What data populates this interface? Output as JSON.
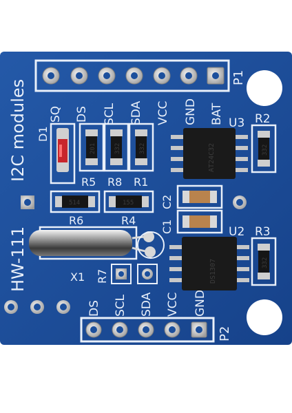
{
  "board": {
    "model": "HW-111",
    "title": "I2C modules",
    "p1": {
      "ref": "P1",
      "pins": [
        "DS",
        "SCL",
        "SDA",
        "VCC",
        "GND",
        "BAT"
      ]
    },
    "p2": {
      "ref": "P2",
      "pins": [
        "DS",
        "SCL",
        "SDA",
        "VCC",
        "GND"
      ]
    },
    "labels": {
      "sq": "SQ",
      "d1": "D1",
      "x1": "X1",
      "r1": "R1",
      "r2": "R2",
      "r3": "R3",
      "r4": "R4",
      "r5": "R5",
      "r6": "R6",
      "r7": "R7",
      "r8": "R8",
      "c1": "C1",
      "c2": "C2",
      "u2": "U2",
      "u3": "U3"
    },
    "markings": {
      "r_201": "201",
      "r_332a": "332",
      "r_332b": "332",
      "r_332c": "332",
      "r_332d": "332",
      "r_514": "514",
      "r_155": "155",
      "u3_text": "AT24C32",
      "u2_text": "DS1307"
    },
    "colors": {
      "pcb": "#1c4f9c",
      "silkscreen": "#e9f0fa",
      "pad": "#c8c8c8",
      "chip": "#1a1a1a",
      "capacitor": "#b9834d",
      "led": "#c8262c"
    }
  }
}
